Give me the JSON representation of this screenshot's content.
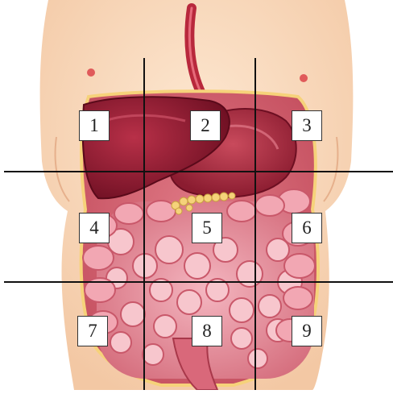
{
  "figure": {
    "subject": "anatomical illustration of the human abdomen divided into nine regions",
    "regions": [
      {
        "label": "1"
      },
      {
        "label": "2"
      },
      {
        "label": "3"
      },
      {
        "label": "4"
      },
      {
        "label": "5"
      },
      {
        "label": "6"
      },
      {
        "label": "7"
      },
      {
        "label": "8"
      },
      {
        "label": "9"
      }
    ]
  }
}
